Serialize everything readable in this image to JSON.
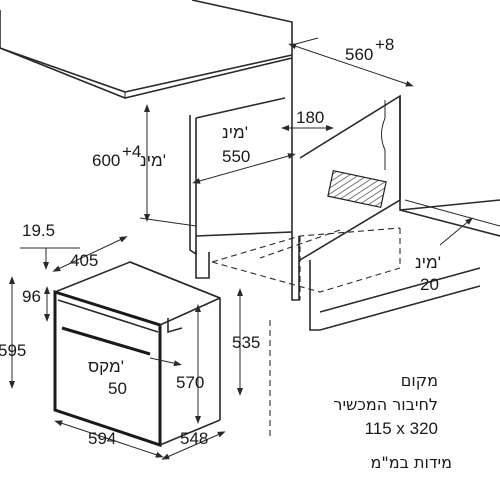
{
  "diagram": {
    "labels": {
      "counter_depth": "560",
      "counter_depth_tol": "+8",
      "niche_height": "600",
      "niche_height_tol": "+4",
      "niche_height_min": "מינ'",
      "niche_width_min_word": "מינ'",
      "niche_width_min_value": "550",
      "outlet_offset": "180",
      "wall_gap_word": "מינ'",
      "wall_gap_value": "20",
      "front_offset": "19.5",
      "door_depth": "405",
      "panel_height": "96",
      "front_height": "595",
      "handle_word": "מקס'",
      "handle_value": "50",
      "body_height": "535",
      "body_height_full": "570",
      "front_width": "594",
      "body_depth": "548"
    },
    "notes": {
      "outlet_line1": "מקום",
      "outlet_line2": "לחיבור המכשיר",
      "outlet_size": "115 x 320",
      "units": "מידות במ\"מ"
    }
  }
}
